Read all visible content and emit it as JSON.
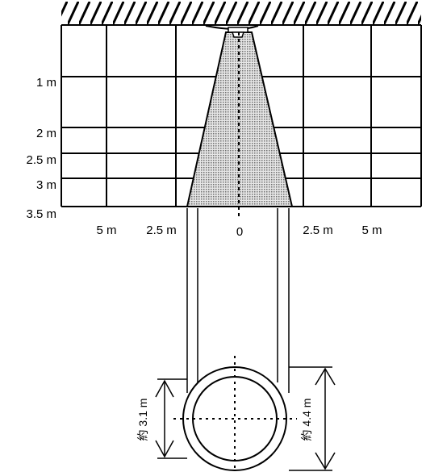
{
  "diagram": {
    "height_labels": [
      "1 m",
      "2 m",
      "2.5 m",
      "3 m",
      "3.5 m"
    ],
    "width_labels": {
      "left_5": "5 m",
      "left_2_5": "2.5 m",
      "center": "0",
      "right_2_5": "2.5 m",
      "right_5": "5 m"
    },
    "coverage": {
      "inner_diameter": "約 3.1 m",
      "outer_diameter": "約 4.4 m"
    },
    "colors": {
      "line": "#000000",
      "cone_fill": "#c8c8c8",
      "background": "#ffffff"
    }
  }
}
